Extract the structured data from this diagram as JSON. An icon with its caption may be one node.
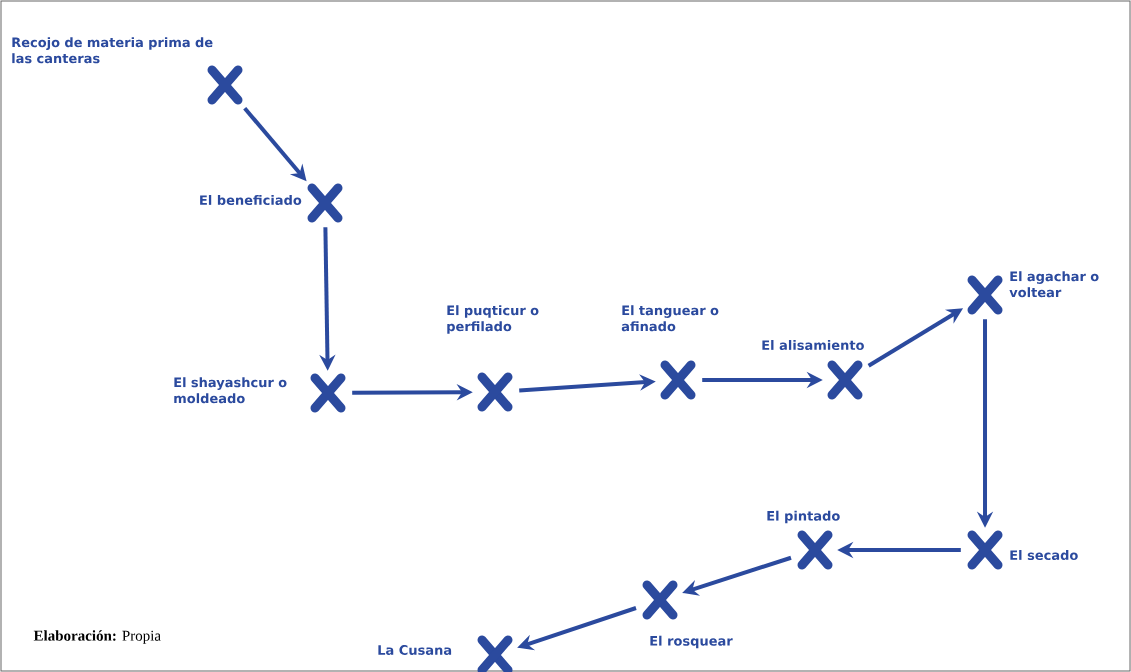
{
  "diagram": {
    "nodes": [
      {
        "text": [
          "Recojo de materia prima de las canteras"
        ]
      },
      {
        "text": [
          "El beneficiado"
        ]
      },
      {
        "text": [
          "El shayashcur o moldeado"
        ]
      },
      {
        "text": [
          "El puqticur o perfilado"
        ]
      },
      {
        "text": [
          "El tanguear o afinado"
        ]
      },
      {
        "text": [
          "El alisamiento"
        ]
      },
      {
        "text": [
          "El agachar o voltear"
        ]
      },
      {
        "text": [
          "El secado"
        ]
      },
      {
        "text": [
          "El pintado"
        ]
      },
      {
        "text": [
          "El rosquear"
        ]
      },
      {
        "text": [
          "La Cusana"
        ]
      }
    ],
    "edges": [
      {
        "from": 0,
        "to": 1,
        "arrow": "to"
      },
      {
        "from": 1,
        "to": 2,
        "arrow": "to"
      },
      {
        "from": 2,
        "to": 3,
        "arrow": "to"
      },
      {
        "from": 3,
        "to": 4,
        "arrow": "to"
      },
      {
        "from": 4,
        "to": 5,
        "arrow": "to"
      },
      {
        "from": 5,
        "to": 6,
        "arrow": "to"
      },
      {
        "from": 6,
        "to": 7,
        "arrow": "to"
      },
      {
        "from": 7,
        "to": 8,
        "arrow": "to"
      },
      {
        "from": 8,
        "to": 9,
        "arrow": "to"
      },
      {
        "from": 9,
        "to": 10,
        "arrow": "to"
      }
    ],
    "labels": [
      "**Elaboración:** Propia"
    ]
  }
}
